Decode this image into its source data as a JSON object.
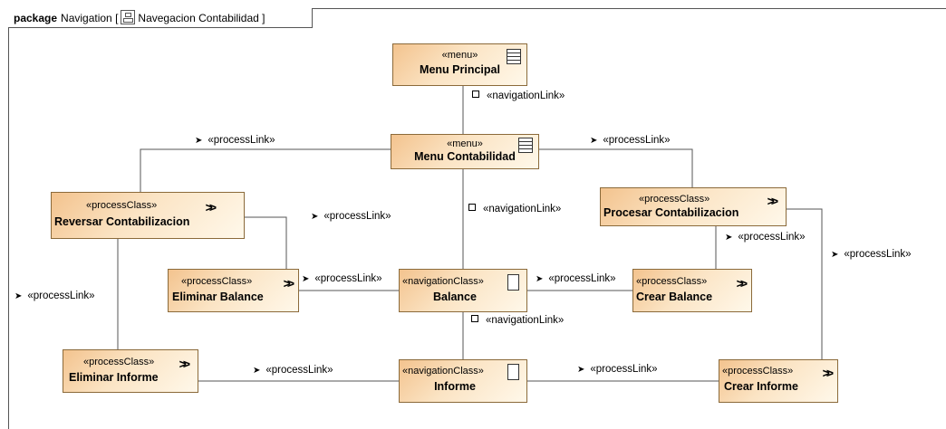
{
  "package": {
    "keyword": "package",
    "name": "Navigation",
    "diagram_name": "Navegacion Contabilidad"
  },
  "nodes": {
    "menu_principal": {
      "stereotype": "«menu»",
      "name": "Menu Principal"
    },
    "menu_contabilidad": {
      "stereotype": "«menu»",
      "name": "Menu Contabilidad"
    },
    "reversar": {
      "stereotype": "«processClass»",
      "name": "Reversar Contabilizacion"
    },
    "procesar": {
      "stereotype": "«processClass»",
      "name": "Procesar Contabilizacion"
    },
    "eliminar_balance": {
      "stereotype": "«processClass»",
      "name": "Eliminar Balance"
    },
    "balance": {
      "stereotype": "«navigationClass»",
      "name": "Balance"
    },
    "crear_balance": {
      "stereotype": "«processClass»",
      "name": "Crear Balance"
    },
    "eliminar_informe": {
      "stereotype": "«processClass»",
      "name": "Eliminar Informe"
    },
    "informe": {
      "stereotype": "«navigationClass»",
      "name": "Informe"
    },
    "crear_informe": {
      "stereotype": "«processClass»",
      "name": "Crear Informe"
    }
  },
  "links": {
    "nav_principal_contab": "«navigationLink»",
    "proc_contab_reversar": "«processLink»",
    "proc_contab_procesar": "«processLink»",
    "proc_reversar_eliminar_balance": "«processLink»",
    "nav_contab_balance": "«navigationLink»",
    "proc_procesar_crear_balance": "«processLink»",
    "proc_procesar_crear_informe": "«processLink»",
    "proc_reversar_eliminar_informe": "«processLink»",
    "proc_eliminar_balance_balance": "«processLink»",
    "proc_balance_crear_balance": "«processLink»",
    "nav_balance_informe": "«navigationLink»",
    "proc_eliminar_informe_informe": "«processLink»",
    "proc_informe_crear_informe": "«processLink»"
  }
}
